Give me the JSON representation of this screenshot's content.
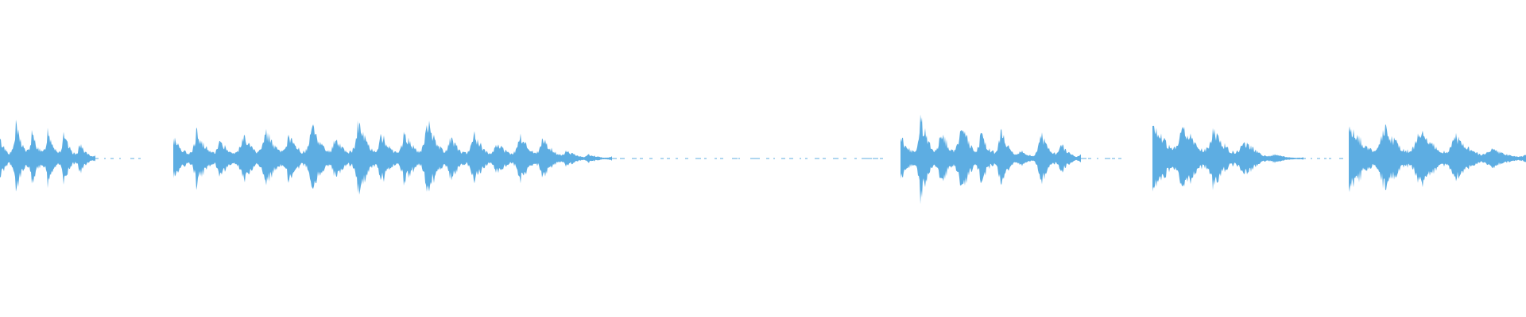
{
  "waveform": {
    "color": "#5dade2",
    "background": "#ffffff",
    "segments": [
      {
        "name": "segment-1",
        "peaks": [
          0.45,
          0.8,
          0.6,
          0.7,
          0.55,
          0.35,
          0.08
        ]
      },
      {
        "name": "segment-2",
        "peaks": [
          0.5,
          0.65,
          0.45,
          0.6,
          0.7,
          0.55,
          0.8,
          0.5,
          0.85,
          0.6,
          0.65,
          0.9,
          0.5,
          0.6,
          0.4,
          0.55,
          0.5,
          0.2,
          0.1,
          0.05
        ]
      },
      {
        "name": "segment-3",
        "peaks": [
          0.55,
          0.95,
          0.7,
          0.9,
          0.6,
          0.65,
          0.2,
          0.6,
          0.35,
          0.1
        ]
      },
      {
        "name": "segment-4",
        "peaks": [
          0.95,
          0.85,
          0.7,
          0.45,
          0.1,
          0.03
        ]
      },
      {
        "name": "segment-5",
        "peaks": [
          0.85,
          0.75,
          0.7,
          0.55,
          0.25,
          0.1
        ]
      }
    ]
  }
}
